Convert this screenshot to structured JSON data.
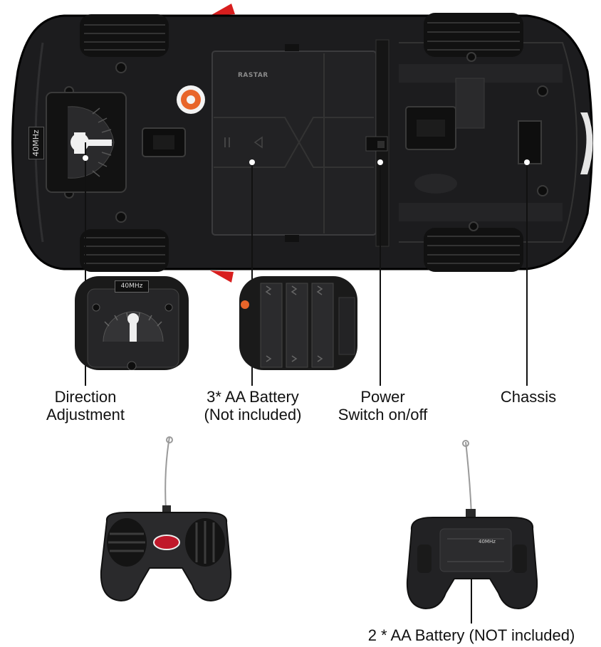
{
  "chassis_board": {
    "frequency_tag": "40MHz",
    "brand_mark": "RASTAR"
  },
  "detail_inset": {
    "frequency_tag": "40MHz"
  },
  "callouts": {
    "direction": {
      "line1": "Direction",
      "line2": "Adjustment"
    },
    "battery": {
      "line1": "3* AA Battery",
      "line2": "(Not included)"
    },
    "power": {
      "line1": "Power",
      "line2": "Switch on/off"
    },
    "chassis": {
      "line1": "Chassis"
    },
    "remote_battery": {
      "line1": "2 * AA Battery (NOT included)"
    }
  },
  "remote_back": {
    "frequency_tag": "40MHz"
  },
  "colors": {
    "body": "#1c1c1e",
    "panel": "#2a2a2c",
    "accent_red": "#d81e1e",
    "accent_orange": "#e8652a",
    "background": "#ffffff"
  }
}
